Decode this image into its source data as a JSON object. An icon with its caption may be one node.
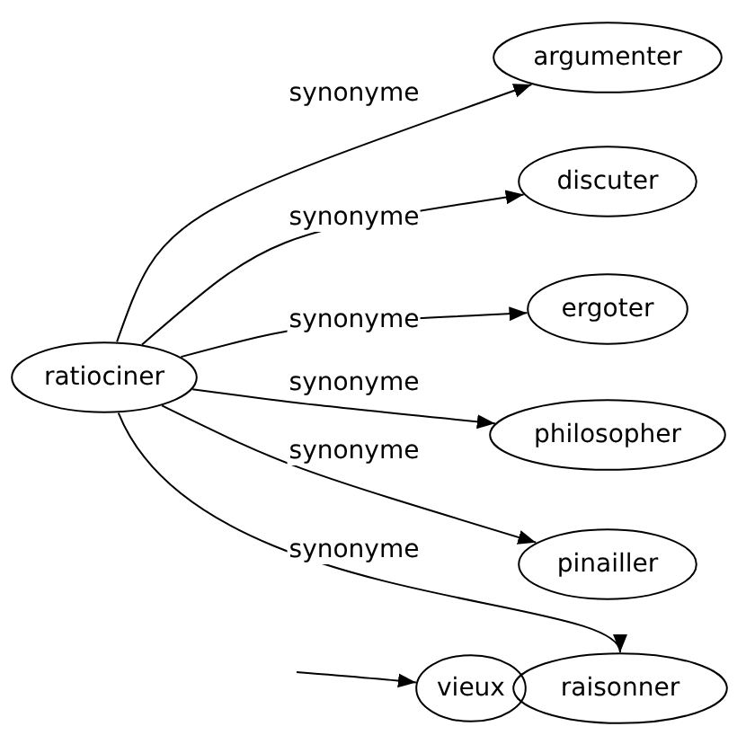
{
  "diagram": {
    "nodes": [
      {
        "text": [
          "ratiociner"
        ]
      },
      {
        "text": [
          "argumenter"
        ]
      },
      {
        "text": [
          "discuter"
        ]
      },
      {
        "text": [
          "ergoter"
        ]
      },
      {
        "text": [
          "philosopher"
        ]
      },
      {
        "text": [
          "pinailler"
        ]
      },
      {
        "text": [
          "raisonner"
        ]
      },
      {
        "text": [
          "vieux"
        ]
      }
    ],
    "edges": [
      {
        "from": 0,
        "to": 1,
        "arrow": "to",
        "label": "synonyme"
      },
      {
        "from": 0,
        "to": 2,
        "arrow": "to",
        "label": "synonyme"
      },
      {
        "from": 0,
        "to": 3,
        "arrow": "to",
        "label": "synonyme"
      },
      {
        "from": 0,
        "to": 4,
        "arrow": "to",
        "label": "synonyme"
      },
      {
        "from": 0,
        "to": 5,
        "arrow": "to",
        "label": "synonyme"
      },
      {
        "from": 0,
        "to": 6,
        "arrow": "to",
        "label": "synonyme"
      },
      {
        "from": null,
        "to": 7,
        "arrow": "to"
      }
    ]
  }
}
